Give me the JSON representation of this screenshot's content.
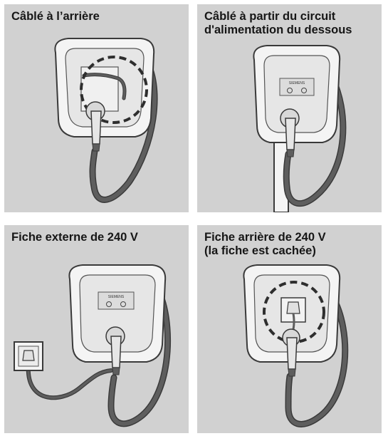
{
  "panels": [
    {
      "title": "Câblé à l’arrière",
      "brand": ""
    },
    {
      "title": "Câblé à partir du circuit\nd'alimentation du dessous",
      "brand": "SIEMENS"
    },
    {
      "title": "Fiche externe de 240 V",
      "brand": "SIEMENS"
    },
    {
      "title": "Fiche arrière de 240 V\n(la fiche est cachée)",
      "brand": ""
    }
  ],
  "colors": {
    "panel_bg": "#d1d1d1",
    "charger_body": "#f4f4f4",
    "outline": "#3a3a3a",
    "cable": "#5e5e5e",
    "plug": "#e6e6e6"
  }
}
